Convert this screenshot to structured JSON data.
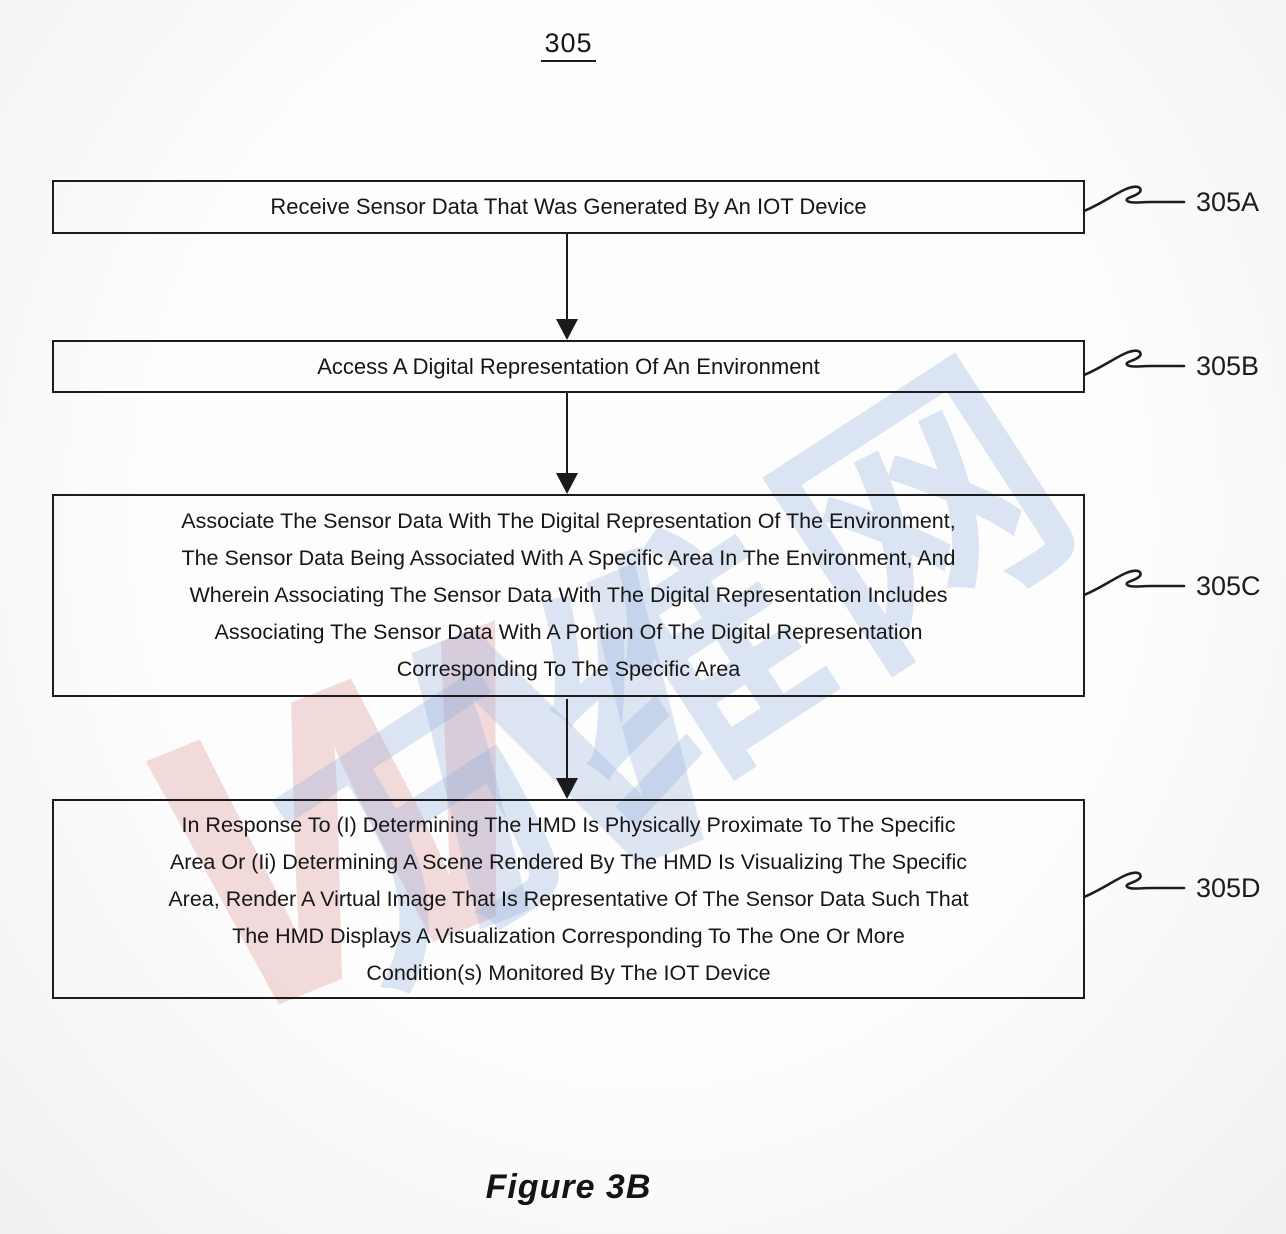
{
  "figure": {
    "number_label": "305",
    "caption": "Figure 3B"
  },
  "flowchart": {
    "connector_style": "solid-line-with-filled-arrowhead",
    "steps": [
      {
        "id": "305A",
        "text": "Receive Sensor Data That Was Generated By An IOT Device"
      },
      {
        "id": "305B",
        "text": "Access A Digital Representation Of An Environment"
      },
      {
        "id": "305C",
        "text": "Associate The Sensor Data With The Digital Representation Of The Environment,\nThe Sensor Data Being Associated With A Specific Area In The Environment, And\nWherein Associating The Sensor Data With The Digital Representation Includes\nAssociating The Sensor Data With A Portion Of The Digital Representation\nCorresponding To The Specific Area"
      },
      {
        "id": "305D",
        "text": "In Response To (I) Determining The HMD Is Physically Proximate To The Specific\nArea Or (Ii) Determining A Scene Rendered By The HMD Is Visualizing The Specific\nArea, Render A Virtual Image That Is Representative Of The Sensor Data Such That\nThe HMD Displays A Visualization Corresponding To The One Or More\nCondition(s) Monitored By The IOT Device"
      }
    ]
  },
  "watermark": {
    "text": "万维网",
    "logo_w": "W",
    "logo_n": "N",
    "text_color": "#8eacdc",
    "logo_red": "#de8c8c",
    "logo_blue": "#8ca8da",
    "rotation_deg": -33
  },
  "colors": {
    "box_border": "#1c1c1c",
    "text": "#161616",
    "background": "#f7f7f7"
  }
}
